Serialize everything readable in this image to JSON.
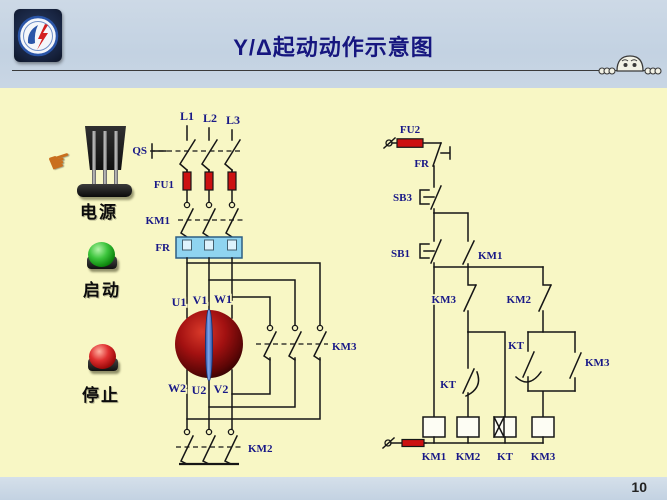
{
  "header": {
    "title": "Y/Δ起动动作示意图"
  },
  "footer": {
    "page_number": "10"
  },
  "left_panel": {
    "power_label": "电源",
    "start_label": "启动",
    "stop_label": "停止"
  },
  "main_circuit": {
    "phases": {
      "l1": "L1",
      "l2": "L2",
      "l3": "L3"
    },
    "qs": "QS",
    "fu1": "FU1",
    "km1": "KM1",
    "fr": "FR",
    "motor_terminals": {
      "u1": "U1",
      "v1": "V1",
      "w1": "W1",
      "w2": "W2",
      "u2": "U2",
      "v2": "V2"
    },
    "km3": "KM3",
    "km2": "KM2"
  },
  "control_circuit": {
    "fu2": "FU2",
    "fr": "FR",
    "sb3": "SB3",
    "sb1": "SB1",
    "km1_aux": "KM1",
    "km3_nc": "KM3",
    "km2_nc": "KM2",
    "kt_mid": "KT",
    "kt_delay": "KT",
    "km3_no": "KM3",
    "coils": {
      "km1": "KM1",
      "km2": "KM2",
      "kt": "KT",
      "km3": "KM3"
    }
  },
  "colors": {
    "slide_bg": "#f8f7c5",
    "band_bg": "#c3d2e2",
    "title": "#16167f",
    "label": "#191987",
    "fuse_red": "#cc1111",
    "fr_block": "#8fd4f0",
    "motor_red": "#9a0f0f",
    "shaft_blue": "#3f6fd0",
    "button_green": "#2eb82e",
    "button_red": "#d42020"
  }
}
